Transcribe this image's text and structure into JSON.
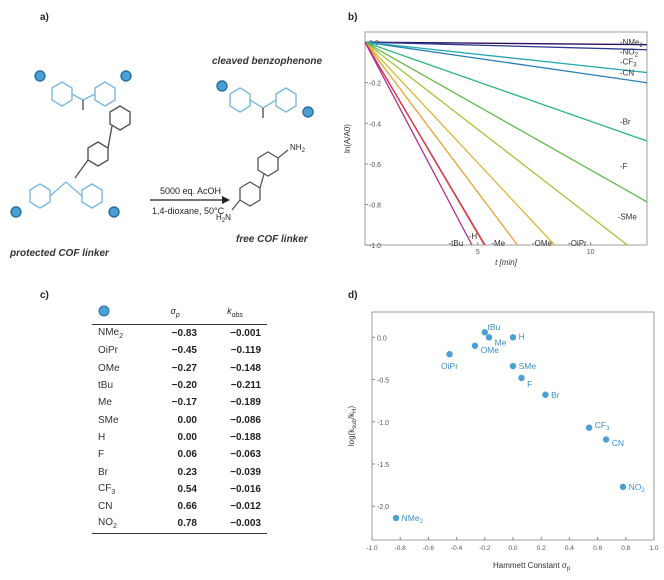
{
  "panels": {
    "a": "a)",
    "b": "b)",
    "c": "c)",
    "d": "d)"
  },
  "scheme": {
    "reagent_top": "5000 eq. AcOH",
    "reagent_bottom": "1,4-dioxane, 50°C",
    "cleaved_label": "cleaved benzophenone",
    "protected_label": "protected COF linker",
    "free_label": "free COF linker",
    "nh2_top": "NH",
    "nh2_top_sub": "2",
    "nh2_bottom": "H",
    "nh2_bottom_sub": "2",
    "nh2_bottom_tail": "N"
  },
  "colors": {
    "accent_blue": "#4a9fd4",
    "structure_blue": "#7ab9e0",
    "structure_dark": "#555555"
  },
  "chart_data": [
    {
      "id": "b",
      "type": "line",
      "xlabel": "t [min]",
      "ylabel": "ln(A/A0)",
      "xlim": [
        0,
        12.5
      ],
      "ylim": [
        -1.0,
        0.05
      ],
      "xticks": [
        {
          "v": 5,
          "label": "5"
        },
        {
          "v": 10,
          "label": "10"
        }
      ],
      "yticks": [
        {
          "v": 0,
          "label": "0.0"
        },
        {
          "v": -0.2,
          "label": "-0.2"
        },
        {
          "v": -0.4,
          "label": "-0.4"
        },
        {
          "v": -0.6,
          "label": "-0.6"
        },
        {
          "v": -0.8,
          "label": "-0.8"
        },
        {
          "v": -1.0,
          "label": "-1.0"
        }
      ],
      "series": [
        {
          "name": "-NMe2",
          "slope": -0.001,
          "color": "#2b0f5e"
        },
        {
          "name": "-NO2",
          "slope": -0.003,
          "color": "#2d3c90"
        },
        {
          "name": "-CF3",
          "slope": -0.016,
          "color": "#2b7fb4"
        },
        {
          "name": "-CN",
          "slope": -0.012,
          "color": "#25a9b1"
        },
        {
          "name": "-Br",
          "slope": -0.039,
          "color": "#2db57a"
        },
        {
          "name": "-F",
          "slope": -0.063,
          "color": "#63b94a"
        },
        {
          "name": "-SMe",
          "slope": -0.086,
          "color": "#a6c239"
        },
        {
          "name": "-OiPr",
          "slope": -0.119,
          "color": "#dab83a"
        },
        {
          "name": "-OMe",
          "slope": -0.148,
          "color": "#e6a233"
        },
        {
          "name": "-Me",
          "slope": -0.189,
          "color": "#e06a2f"
        },
        {
          "name": "-H",
          "slope": -0.188,
          "color": "#d2365a"
        },
        {
          "name": "-tBu",
          "slope": -0.211,
          "color": "#b12d8c"
        }
      ],
      "labels": [
        {
          "text": "-NMe",
          "sub": "2",
          "x": 11.3,
          "y": 0.0
        },
        {
          "text": "-NO",
          "sub": "2",
          "x": 11.3,
          "y": -0.045
        },
        {
          "text": "-CF",
          "sub": "3",
          "x": 11.3,
          "y": -0.095
        },
        {
          "text": "-CN",
          "sub": "",
          "x": 11.3,
          "y": -0.15
        },
        {
          "text": "-Br",
          "sub": "",
          "x": 11.3,
          "y": -0.39
        },
        {
          "text": "-F",
          "sub": "",
          "x": 11.3,
          "y": -0.61
        },
        {
          "text": "-SMe",
          "sub": "",
          "x": 11.2,
          "y": -0.86
        },
        {
          "text": "-H",
          "sub": "",
          "x": 4.6,
          "y": -0.955
        },
        {
          "text": "-tBu",
          "sub": "",
          "x": 3.7,
          "y": -0.99
        },
        {
          "text": "-Me",
          "sub": "",
          "x": 5.6,
          "y": -0.99
        },
        {
          "text": "-OMe",
          "sub": "",
          "x": 7.4,
          "y": -0.99
        },
        {
          "text": "-OiPr",
          "sub": "",
          "x": 9.0,
          "y": -0.99
        }
      ]
    },
    {
      "id": "d",
      "type": "scatter",
      "xlabel": "Hammett Constant σ",
      "xlabel_sub": "p",
      "ylabel": "log(k",
      "ylabel_sub1": "sub",
      "ylabel_mid": "/k",
      "ylabel_sub2": "H",
      "ylabel_tail": ")",
      "xlim": [
        -1.0,
        1.0
      ],
      "ylim": [
        -2.4,
        0.3
      ],
      "xticks": [
        {
          "v": -1.0,
          "label": "-1.0"
        },
        {
          "v": -0.8,
          "label": "-0.8"
        },
        {
          "v": -0.6,
          "label": "-0.6"
        },
        {
          "v": -0.4,
          "label": "-0.4"
        },
        {
          "v": -0.2,
          "label": "-0.2"
        },
        {
          "v": 0.0,
          "label": "0.0"
        },
        {
          "v": 0.2,
          "label": "0.2"
        },
        {
          "v": 0.4,
          "label": "0.4"
        },
        {
          "v": 0.6,
          "label": "0.6"
        },
        {
          "v": 0.8,
          "label": "0.8"
        },
        {
          "v": 1.0,
          "label": "1.0"
        }
      ],
      "yticks": [
        {
          "v": 0.0,
          "label": "0.0"
        },
        {
          "v": -0.5,
          "label": "-0.5"
        },
        {
          "v": -1.0,
          "label": "-1.0"
        },
        {
          "v": -1.5,
          "label": "-1.5"
        },
        {
          "v": -2.0,
          "label": "-2.0"
        }
      ],
      "points": [
        {
          "name": "NMe",
          "sub": "2",
          "x": -0.83,
          "y": -2.14,
          "lx": 0.04,
          "ly": 0.0,
          "anchor": "start"
        },
        {
          "name": "OiPr",
          "sub": "",
          "x": -0.45,
          "y": -0.2,
          "lx": 0.0,
          "ly": -0.14,
          "anchor": "middle"
        },
        {
          "name": "OMe",
          "sub": "",
          "x": -0.27,
          "y": -0.1,
          "lx": 0.04,
          "ly": -0.05,
          "anchor": "start"
        },
        {
          "name": "tBu",
          "sub": "",
          "x": -0.2,
          "y": 0.06,
          "lx": 0.02,
          "ly": 0.06,
          "anchor": "start"
        },
        {
          "name": "Me",
          "sub": "",
          "x": -0.17,
          "y": 0.0,
          "lx": 0.04,
          "ly": -0.06,
          "anchor": "start"
        },
        {
          "name": "SMe",
          "sub": "",
          "x": 0.0,
          "y": -0.34,
          "lx": 0.04,
          "ly": 0.0,
          "anchor": "start"
        },
        {
          "name": "H",
          "sub": "",
          "x": 0.0,
          "y": 0.0,
          "lx": 0.04,
          "ly": 0.01,
          "anchor": "start"
        },
        {
          "name": "F",
          "sub": "",
          "x": 0.06,
          "y": -0.48,
          "lx": 0.04,
          "ly": -0.07,
          "anchor": "start"
        },
        {
          "name": "Br",
          "sub": "",
          "x": 0.23,
          "y": -0.68,
          "lx": 0.04,
          "ly": 0.0,
          "anchor": "start"
        },
        {
          "name": "CF",
          "sub": "3",
          "x": 0.54,
          "y": -1.07,
          "lx": 0.04,
          "ly": 0.03,
          "anchor": "start"
        },
        {
          "name": "CN",
          "sub": "",
          "x": 0.66,
          "y": -1.21,
          "lx": 0.04,
          "ly": -0.04,
          "anchor": "start"
        },
        {
          "name": "NO",
          "sub": "2",
          "x": 0.78,
          "y": -1.77,
          "lx": 0.04,
          "ly": 0.0,
          "anchor": "start"
        }
      ]
    }
  ],
  "table": {
    "headers": {
      "sigma": "σ",
      "sigma_sub": "p",
      "k": "k",
      "k_sub": "obs"
    },
    "rows": [
      {
        "sub": "NMe",
        "sub_idx": "2",
        "sigma": "−0.83",
        "k": "−0.001"
      },
      {
        "sub": "OiPr",
        "sub_idx": "",
        "sigma": "−0.45",
        "k": "−0.119"
      },
      {
        "sub": "OMe",
        "sub_idx": "",
        "sigma": "−0.27",
        "k": "−0.148"
      },
      {
        "sub": "tBu",
        "sub_idx": "",
        "sigma": "−0.20",
        "k": "−0.211"
      },
      {
        "sub": "Me",
        "sub_idx": "",
        "sigma": "−0.17",
        "k": "−0.189"
      },
      {
        "sub": "SMe",
        "sub_idx": "",
        "sigma": "0.00",
        "k": "−0.086"
      },
      {
        "sub": "H",
        "sub_idx": "",
        "sigma": "0.00",
        "k": "−0.188"
      },
      {
        "sub": "F",
        "sub_idx": "",
        "sigma": "0.06",
        "k": "−0.063"
      },
      {
        "sub": "Br",
        "sub_idx": "",
        "sigma": "0.23",
        "k": "−0.039"
      },
      {
        "sub": "CF",
        "sub_idx": "3",
        "sigma": "0.54",
        "k": "−0.016"
      },
      {
        "sub": "CN",
        "sub_idx": "",
        "sigma": "0.66",
        "k": "−0.012"
      },
      {
        "sub": "NO",
        "sub_idx": "2",
        "sigma": "0.78",
        "k": "−0.003"
      }
    ]
  }
}
